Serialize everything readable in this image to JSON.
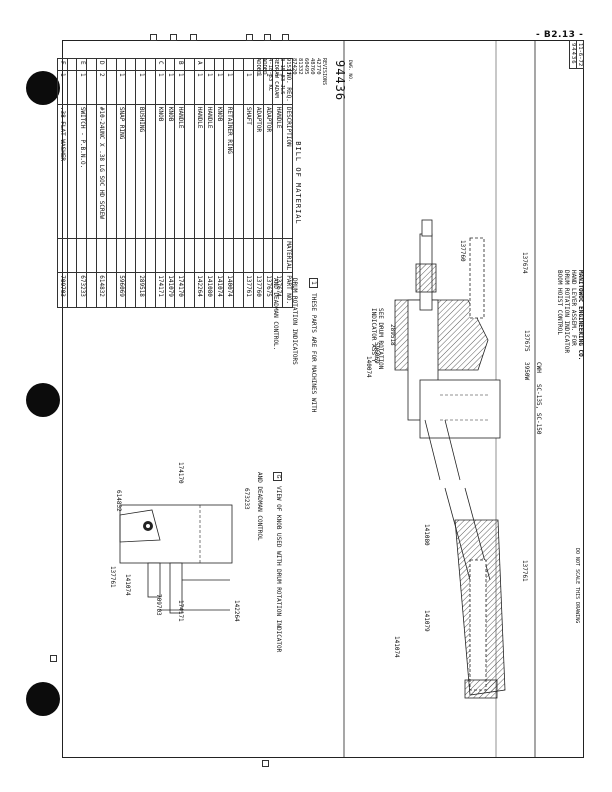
{
  "sheet_ref": "- B2.13 -",
  "bom": {
    "title": "BILL OF MATERIAL",
    "headers": [
      "NO. REQ.",
      "DESCRIPTION",
      "MATERIAL",
      "PART NO."
    ],
    "rows": [
      {
        "mark": "",
        "qty": "1",
        "desc": "HANDLE",
        "part": "137674"
      },
      {
        "mark": "",
        "qty": "1",
        "desc": "ADAPTOR",
        "part": "137675"
      },
      {
        "mark": "",
        "qty": "1",
        "desc": "ADAPTOR",
        "part": "137760"
      },
      {
        "mark": "",
        "qty": "1",
        "desc": "SHAFT",
        "part": "137761"
      },
      {
        "mark": "",
        "qty": "",
        "desc": "",
        "part": ""
      },
      {
        "mark": "",
        "qty": "1",
        "desc": "RETAINER RING",
        "part": "140074"
      },
      {
        "mark": "",
        "qty": "1",
        "desc": "KNOB",
        "part": "141074"
      },
      {
        "mark": "",
        "qty": "1",
        "desc": "HANDLE",
        "part": "141080"
      },
      {
        "mark": "A",
        "qty": "1",
        "desc": "HANDLE",
        "part": "142264"
      },
      {
        "mark": "",
        "qty": "",
        "desc": "",
        "part": ""
      },
      {
        "mark": "B",
        "qty": "1",
        "desc": "HANDLE",
        "part": "174170"
      },
      {
        "mark": "",
        "qty": "1",
        "desc": "KNOB",
        "part": "141079"
      },
      {
        "mark": "C",
        "qty": "1",
        "desc": "KNOB",
        "part": "174171"
      },
      {
        "mark": "",
        "qty": "",
        "desc": "",
        "part": ""
      },
      {
        "mark": "",
        "qty": "1",
        "desc": "BUSHING",
        "part": "289518"
      },
      {
        "mark": "",
        "qty": "",
        "desc": "",
        "part": ""
      },
      {
        "mark": "",
        "qty": "1",
        "desc": "SNAP RING",
        "part": "596069"
      },
      {
        "mark": "",
        "qty": "",
        "desc": "",
        "part": ""
      },
      {
        "mark": "D",
        "qty": "2",
        "desc": "#10-24UNC X .38 LG SOC HD SCREW",
        "part": "614832"
      },
      {
        "mark": "",
        "qty": "",
        "desc": "",
        "part": ""
      },
      {
        "mark": "E",
        "qty": "1",
        "desc": "SWITCH - P.B.N.O.",
        "part": "673233"
      },
      {
        "mark": "",
        "qty": "",
        "desc": "",
        "part": ""
      },
      {
        "mark": "F",
        "qty": "1",
        "desc": ".38 FLAT WASHER",
        "part": "709703"
      }
    ]
  },
  "revisions": {
    "header": "REVISIONS",
    "lines": [
      "42770",
      "48760",
      "60495",
      "81332",
      "87420",
      "91511",
      "3-15-83 JLS",
      "REDRAW CADAM",
      "4-18-83 KC",
      "ADDED",
      "ADDED"
    ]
  },
  "dwg_no_label": "DWG. NO.",
  "dwg_no": "94436",
  "note": {
    "symbol": "1",
    "text": "THESE PARTS ARE FOR MACHINES WITH\nDRUM ROTATION INDICATORS\nAND DEADMAN CONTROL."
  },
  "view_caption": {
    "mark": "G",
    "text": "VIEW OF KNOB USED WITH DRUM ROTATION INDICATOR\nAND DEADMAN CONTROL"
  },
  "callouts": {
    "drum_note": "SEE DRUM ROTATION\nINDICATOR ASS'Y",
    "p137760": "137760",
    "p289518": "289518",
    "p596069": "596069",
    "p140074": "140074",
    "p137674": "137674",
    "p137675": "137675",
    "p141080": "141080",
    "p141079": "141079",
    "p141074": "141074",
    "p137761": "137761",
    "v614832": "614832",
    "v174170": "174170",
    "v673233": "673233",
    "v137761": "137761",
    "v141074": "141074",
    "v709703": "709703",
    "v174171": "174171",
    "v142264": "142264"
  },
  "title_block": {
    "company": "MANITOWOC ENGINEERING CO.",
    "title1": "HAND LEVER ASSEM. FOR",
    "title2": "DRUM ROTATION INDICATOR",
    "title3": "BOOM HOIST CONTROL",
    "models": "SC-135, SC-150",
    "drawn": "CWH",
    "checked": "3950W",
    "date": "11-6-72",
    "dwg_no": "94436"
  },
  "footer_note": "DO NOT SCALE THIS DRAWING"
}
